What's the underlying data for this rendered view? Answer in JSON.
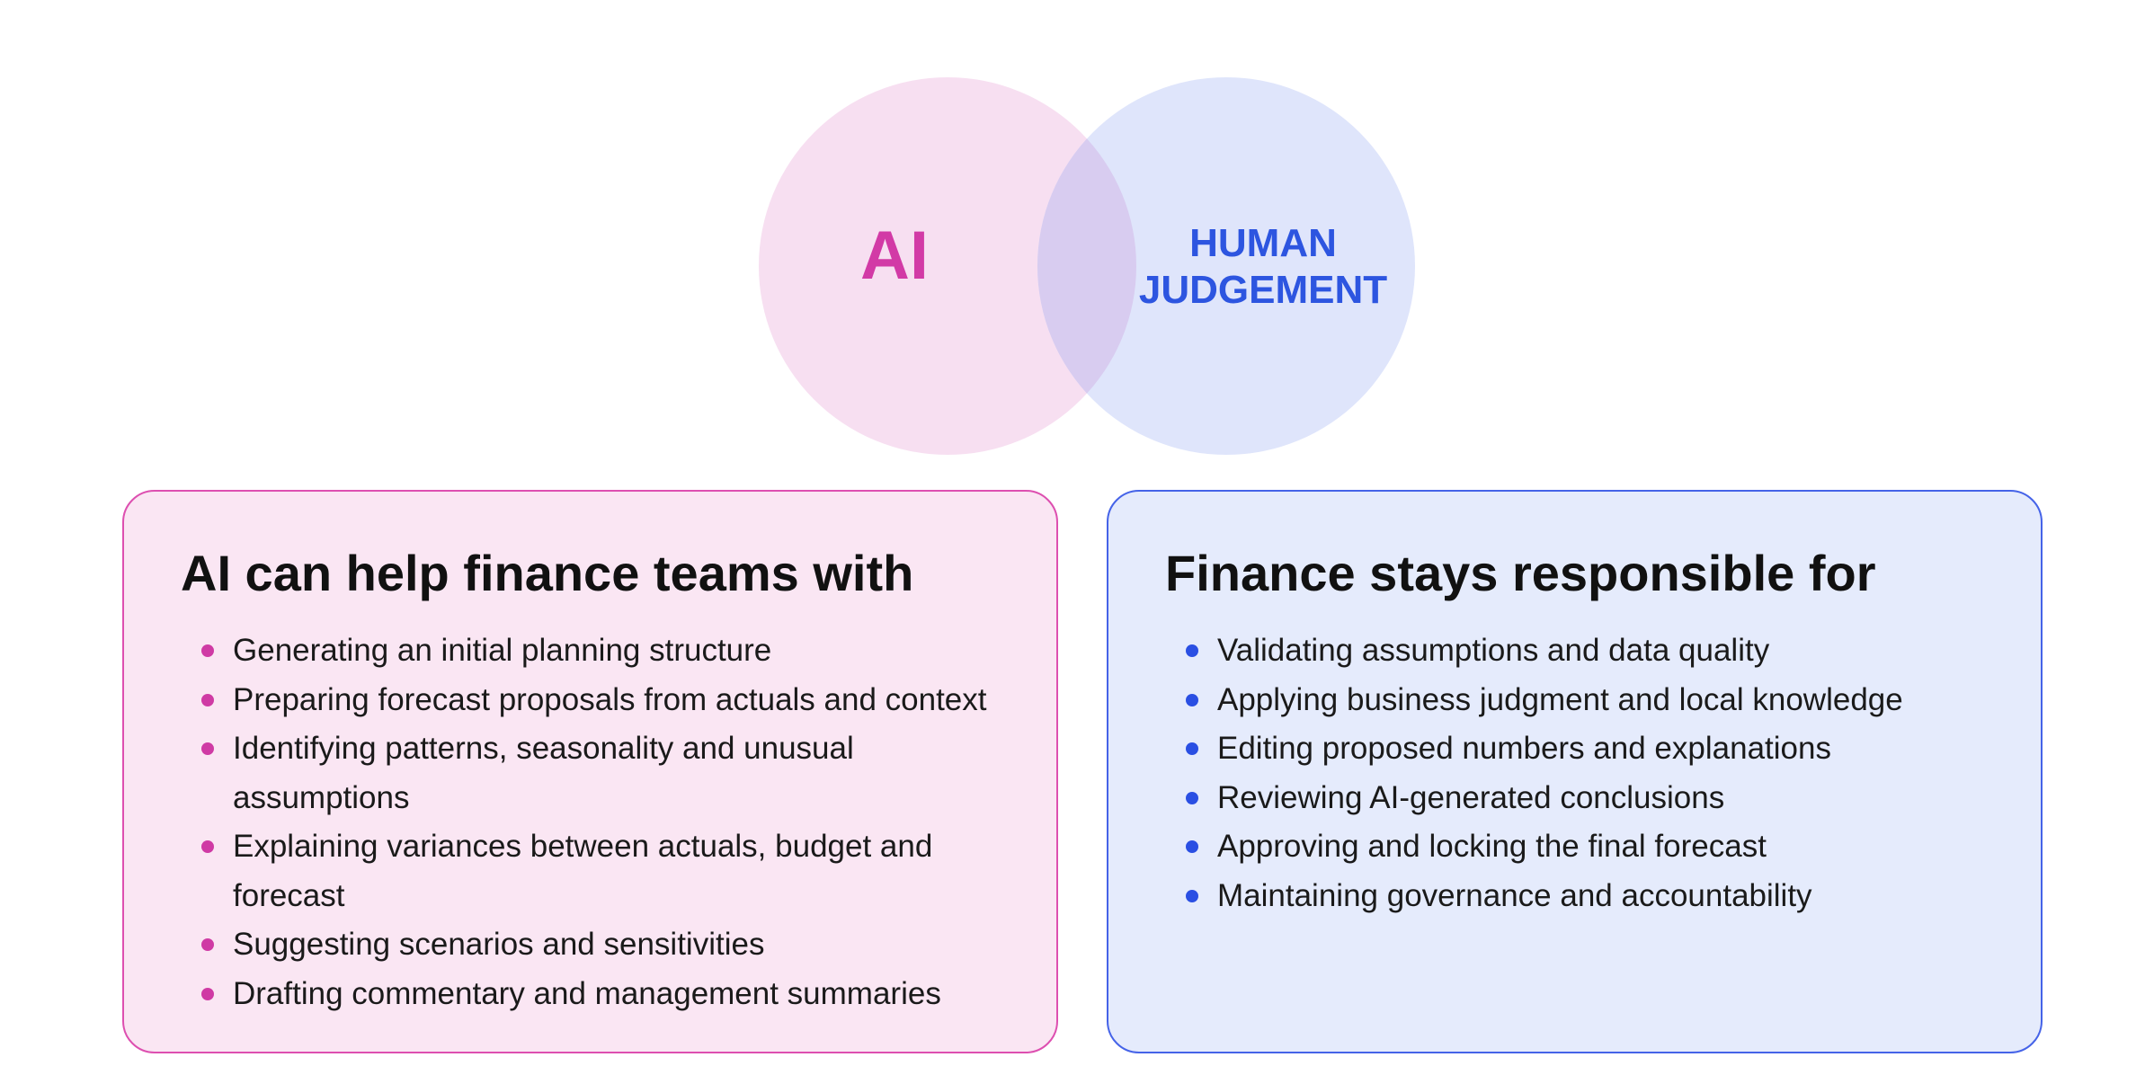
{
  "venn": {
    "left_label": "AI",
    "right_label": "HUMAN\nJUDGEMENT",
    "right_label_line1": "HUMAN",
    "right_label_line2": "JUDGEMENT",
    "colors": {
      "ai_fill": "#f7dff1",
      "human_fill": "#dfe5fb",
      "overlap_fill": "#d8ccf0",
      "ai_text": "#d23aa6",
      "human_text": "#2d55e0"
    }
  },
  "ai_card": {
    "title": "AI can help finance teams with",
    "items": [
      {
        "text": "Generating an initial planning structure"
      },
      {
        "text": "Preparing forecast proposals from actuals and context"
      },
      {
        "text": "Identifying patterns, seasonality and unusual assumptions"
      },
      {
        "text": "Explaining variances between actuals, budget and forecast"
      },
      {
        "text": "Suggesting scenarios and sensitivities"
      },
      {
        "text": "Drafting commentary and management summaries"
      }
    ],
    "colors": {
      "background": "#fae6f3",
      "border": "#dd4fb0",
      "bullet": "#cf3aa4"
    }
  },
  "human_card": {
    "title": "Finance stays responsible for",
    "items": [
      {
        "text": "Validating assumptions and data quality"
      },
      {
        "text": "Applying business judgment and local knowledge"
      },
      {
        "text": "Editing proposed numbers and explanations"
      },
      {
        "text": "Reviewing AI-generated conclusions"
      },
      {
        "text": "Approving and locking the final forecast"
      },
      {
        "text": "Maintaining governance and accountability"
      }
    ],
    "colors": {
      "background": "#e5ebfc",
      "border": "#4563e8",
      "bullet": "#2a4fe3"
    }
  }
}
